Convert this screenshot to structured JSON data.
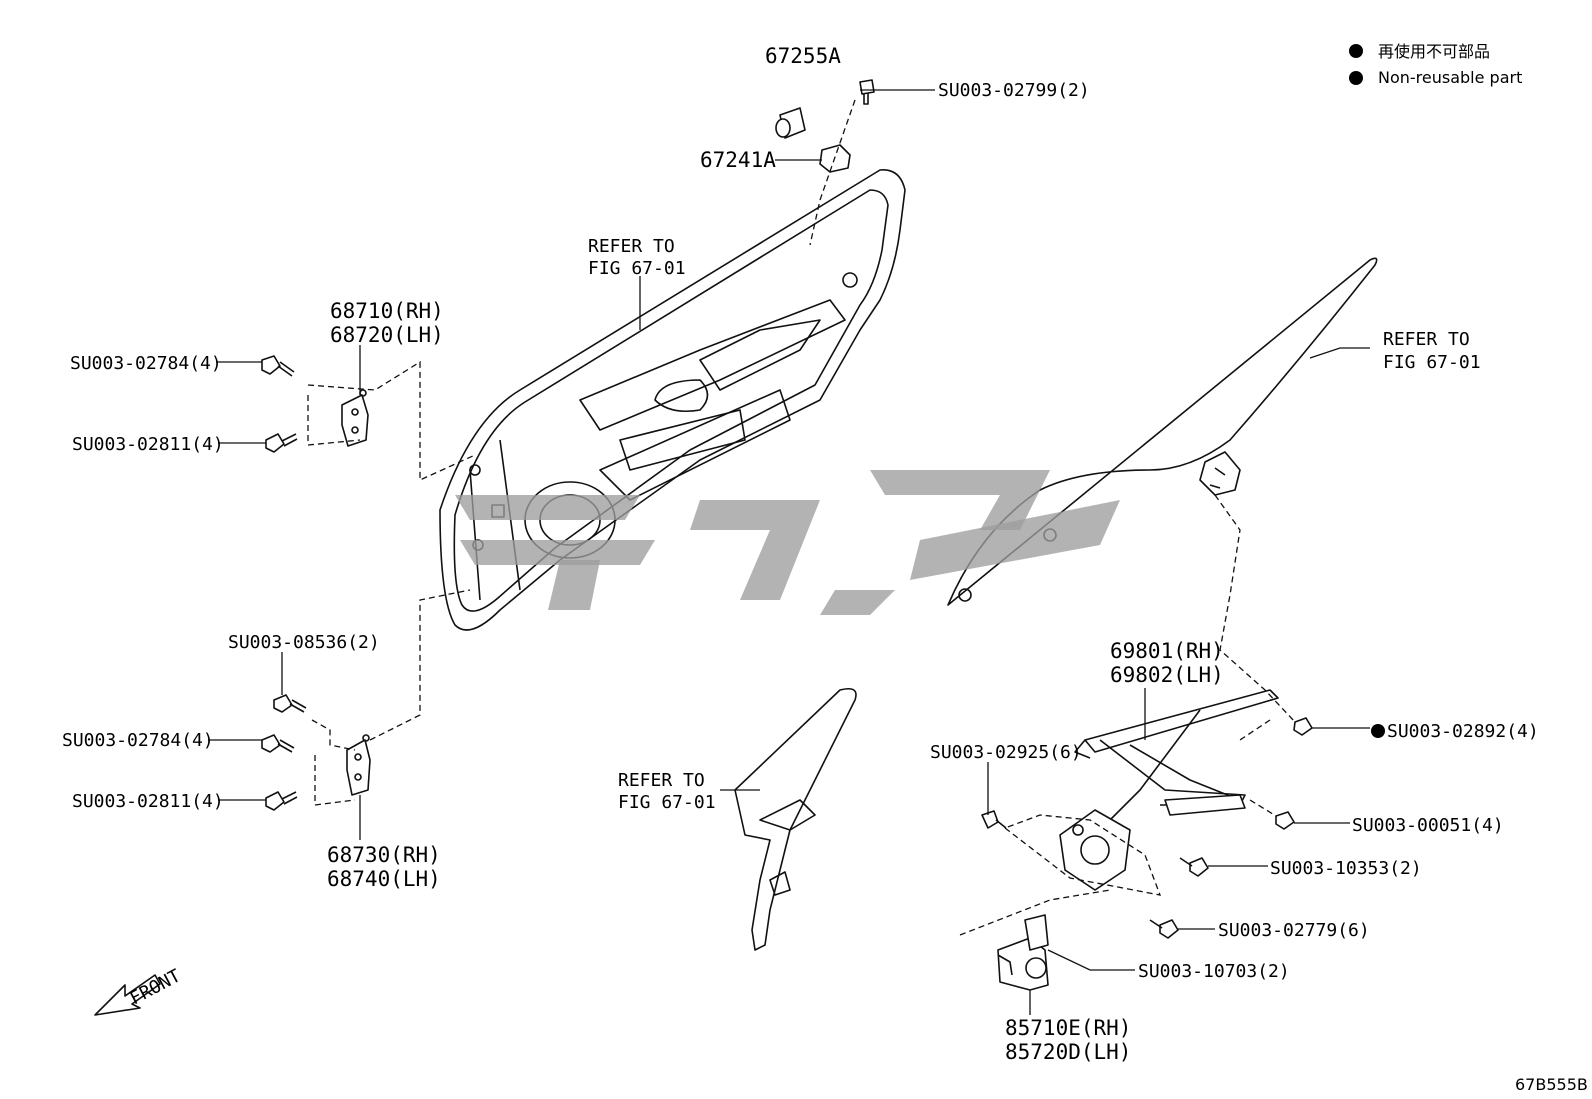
{
  "legend": {
    "line1": "再使用不可部品",
    "line2": "Non-reusable part"
  },
  "labels": {
    "p67255a": "67255A",
    "su02799": "SU003-02799(2)",
    "p67241a": "67241A",
    "refer_door_1": "REFER TO",
    "refer_door_2": "FIG 67-01",
    "p68710": "68710(RH)",
    "p68720": "68720(LH)",
    "su02784_top": "SU003-02784(4)",
    "su02811_top": "SU003-02811(4)",
    "su08536": "SU003-08536(2)",
    "su02784_bot": "SU003-02784(4)",
    "su02811_bot": "SU003-02811(4)",
    "p68730": "68730(RH)",
    "p68740": "68740(LH)",
    "refer_glass_1": "REFER TO",
    "refer_glass_2": "FIG 67-01",
    "refer_sash_1": "REFER TO",
    "refer_sash_2": "FIG 67-01",
    "p69801": "69801(RH)",
    "p69802": "69802(LH)",
    "su02925": "SU003-02925(6)",
    "su02892": "SU003-02892(4)",
    "su00051": "SU003-00051(4)",
    "su10353": "SU003-10353(2)",
    "su02779": "SU003-02779(6)",
    "su10703": "SU003-10703(2)",
    "p85710e": "85710E(RH)",
    "p85720d": "85720D(LH)",
    "front": "FRONT",
    "figure_code": "67B555B"
  },
  "colors": {
    "line": "#111111",
    "watermark": "#9e9e9e"
  }
}
